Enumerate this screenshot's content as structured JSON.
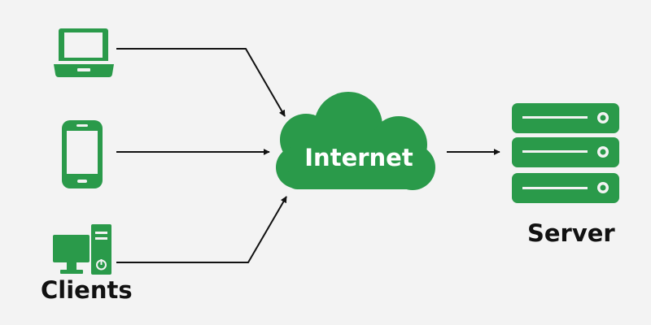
{
  "labels": {
    "cloud": "Internet",
    "clients": "Clients",
    "server": "Server"
  },
  "icons": {
    "laptop": "laptop-icon",
    "phone": "smartphone-icon",
    "desktop": "desktop-computer-icon",
    "cloud": "cloud-icon",
    "server": "server-rack-icon"
  },
  "colors": {
    "icon_green": "#2a9a4a",
    "background": "#f3f3f3",
    "connector": "#111111",
    "cloud_text": "#ffffff"
  }
}
